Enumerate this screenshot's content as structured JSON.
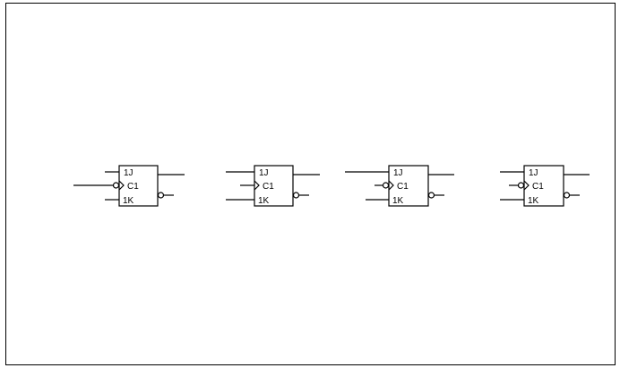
{
  "flipflops": [
    {
      "j_label": "1J",
      "c_label": "C1",
      "k_label": "1K"
    },
    {
      "j_label": "1J",
      "c_label": "C1",
      "k_label": "1K"
    },
    {
      "j_label": "1J",
      "c_label": "C1",
      "k_label": "1K"
    },
    {
      "j_label": "1J",
      "c_label": "C1",
      "k_label": "1K"
    }
  ]
}
